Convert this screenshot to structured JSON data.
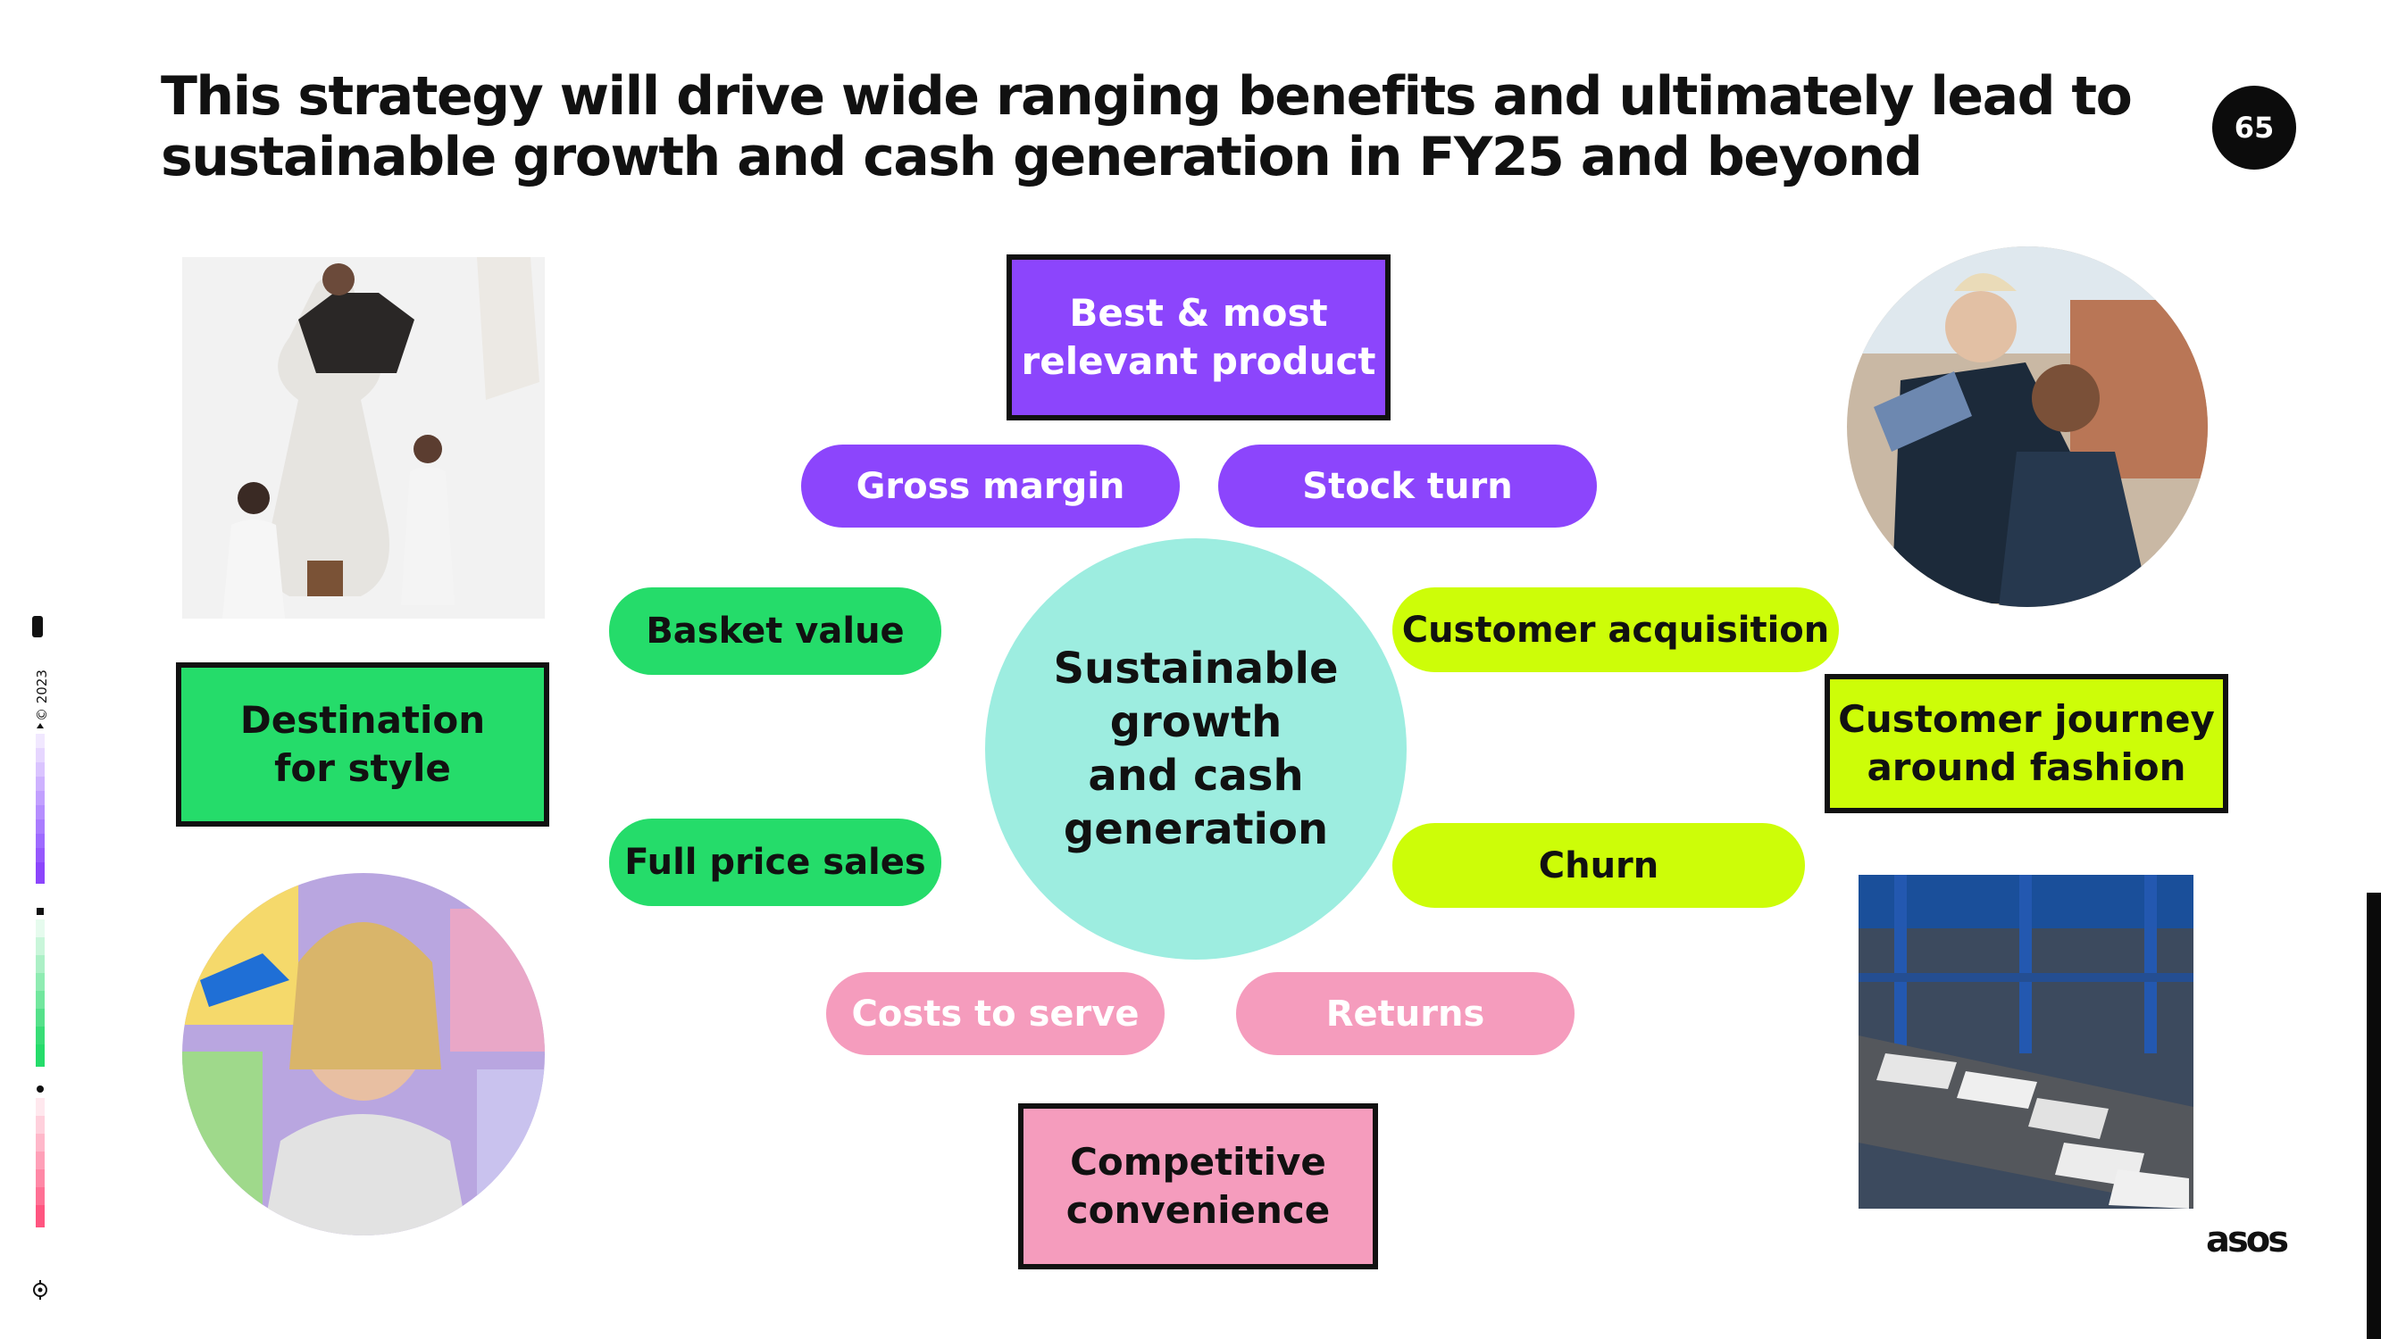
{
  "slide": {
    "title": "This strategy will drive wide ranging benefits and ultimately lead to sustainable growth and cash generation in FY25 and beyond",
    "page_number": "65",
    "copyright": "© 2023",
    "logo_text": "asos"
  },
  "diagram": {
    "center": "Sustainable\ngrowth\nand cash\ngeneration",
    "pillars": {
      "top": "Best & most\nrelevant product",
      "left": "Destination\nfor style",
      "right": "Customer journey\naround fashion",
      "bottom": "Competitive\nconvenience"
    },
    "pills": {
      "gross_margin": "Gross margin",
      "stock_turn": "Stock turn",
      "basket_value": "Basket value",
      "full_price_sales": "Full price sales",
      "customer_acquisition": "Customer acquisition",
      "churn": "Churn",
      "costs_to_serve": "Costs to serve",
      "returns": "Returns"
    }
  },
  "colors": {
    "purple": "#8c45fc",
    "green": "#25dc6a",
    "lime": "#cdfd08",
    "pink": "#f59cbd",
    "teal": "#9dede0"
  },
  "images": {
    "top_left": "fashion-models-white-outfits-photo",
    "bottom_left": "model-sneakers-collage-photo",
    "top_right": "couple-street-style-photo",
    "bottom_right": "warehouse-conveyor-photo"
  }
}
